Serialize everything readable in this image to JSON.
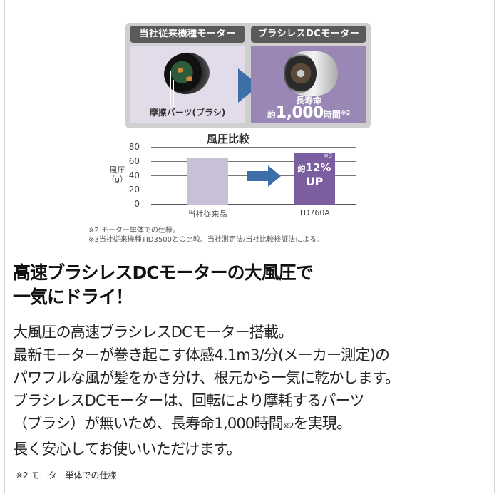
{
  "motor_comparison": {
    "left": {
      "header": "当社従来機種モーター",
      "caption": "摩擦パーツ(ブラシ)",
      "color": "#e2dcea"
    },
    "right": {
      "header": "ブラシレスDCモーター",
      "life_line1": "長寿命",
      "life_prefix": "約",
      "life_value": "1,000",
      "life_unit": "時間",
      "life_note": "※2",
      "color": "#9a87b6"
    },
    "arrow_icon": "play-arrow-icon",
    "arrow_color": "#3d6ea8"
  },
  "chart_data": {
    "type": "bar",
    "title": "風圧比較",
    "categories": [
      "当社従来品",
      "TD760A"
    ],
    "values": [
      66,
      74
    ],
    "ylabel": "風圧\n(g)",
    "ylabel_line1": "風圧",
    "ylabel_line2": "（g）",
    "yticks": [
      "80",
      "60",
      "40",
      "20",
      "0"
    ],
    "ylim": [
      0,
      80
    ],
    "grid": true,
    "annotation": {
      "note": "※3",
      "prefix": "約",
      "value": "12%",
      "suffix": "UP"
    },
    "colors": [
      "#c8c0d6",
      "#7a5ea0"
    ],
    "arrow_color": "#3d6ea8"
  },
  "footnotes": [
    "※2 モーター単体での仕様。",
    "※3当社従来機種TID3500との比較。当社測定法/当社比較検証法による。"
  ],
  "headline": {
    "line1": "高速ブラシレスDCモーターの大風圧で",
    "line2": "一気にドライ！"
  },
  "body": {
    "line1": "大風圧の高速ブラシレスDCモーター搭載。",
    "line2": "最新モーターが巻き起こす体感4.1m3/分(メーカー測定)の",
    "line3": "パワフルな風が髪をかき分け、根元から一気に乾かします。",
    "line4": "ブラシレスDCモーターは、回転により摩耗するパーツ",
    "line5_a": "（ブラシ）が無いため、長寿命1,000時間",
    "line5_note": "※2",
    "line5_b": "を実現。",
    "line6": "長く安心してお使いいただけます。"
  },
  "bottom_note": "※2 モーター単体での仕様"
}
